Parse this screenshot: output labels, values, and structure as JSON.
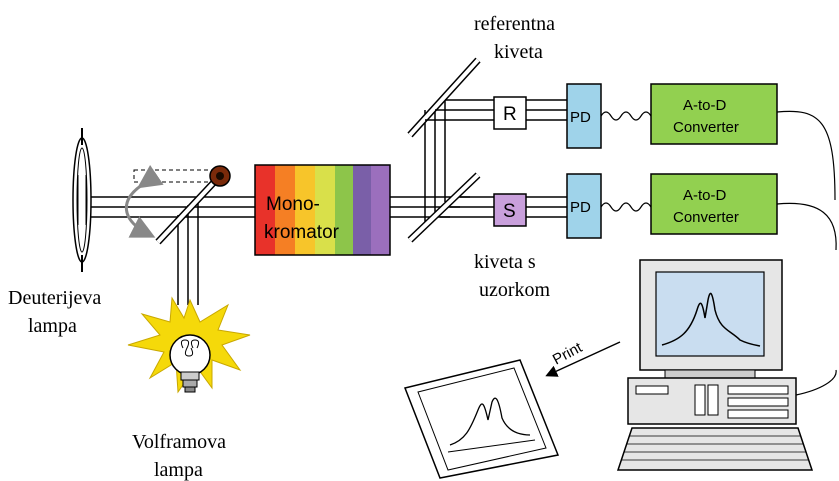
{
  "labels": {
    "reference_cell_line1": "referentna",
    "reference_cell_line2": "kiveta",
    "sample_cell_line1": "kiveta s",
    "sample_cell_line2": "uzorkom",
    "deuterium_lamp_line1": "Deuterijeva",
    "deuterium_lamp_line2": "lampa",
    "tungsten_lamp_line1": "Volframova",
    "tungsten_lamp_line2": "lampa",
    "monochromator_line1": "Mono-",
    "monochromator_line2": "kromator",
    "reference_box": "R",
    "sample_box": "S",
    "detector": "PD",
    "converter_line1": "A-to-D",
    "converter_line2": "Converter",
    "print": "Print"
  },
  "colors": {
    "monochromator_bands": [
      "#e8322a",
      "#f57f24",
      "#f7c52a",
      "#d9e04a",
      "#8dc54a",
      "#7a5fa8",
      "#9b6fbd"
    ],
    "converter_fill": "#92d050",
    "detector_fill": "#9fd3ea",
    "sample_fill": "#c9a0dc",
    "lamp_glow": "#f5d90a",
    "monitor_screen": "#c9ddf0",
    "computer_body": "#e6e6e6"
  }
}
